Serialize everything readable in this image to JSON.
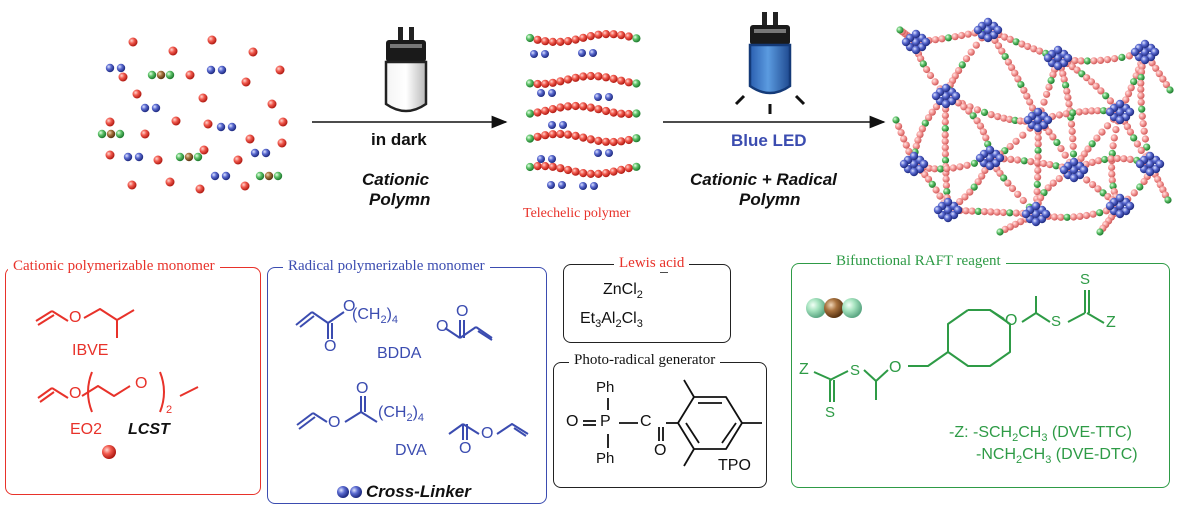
{
  "colors": {
    "red": "#e8322a",
    "blue": "#3b4cb0",
    "green": "#2e9b46",
    "brown": "#8b5a2b",
    "black": "#111111",
    "pink": "#f08080"
  },
  "icons": [
    "light-bulb-off-icon",
    "blue-led-icon",
    "monomer-sphere-icon",
    "cross-linker-icon",
    "raft-agent-icon"
  ],
  "scheme": {
    "step1_condition": "in dark",
    "step1_process_line1": "Cationic",
    "step1_process_line2": "Polymn",
    "intermediate_label": "Telechelic polymer",
    "step2_condition": "Blue LED",
    "step2_process_line1": "Cationic + Radical",
    "step2_process_line2": "Polymn"
  },
  "panels": {
    "cationic": {
      "title": "Cationic polymerizable monomer",
      "ibve": "IBVE",
      "eo2": "EO2",
      "lcst": "LCST",
      "subscript_2": "2"
    },
    "radical": {
      "title": "Radical polymerizable monomer",
      "chain": "(CH",
      "chain_sub2": "2",
      "chain_close": ")",
      "chain_sub4": "4",
      "bdda": "BDDA",
      "dva": "DVA",
      "cross_linker": "Cross-Linker"
    },
    "lewis": {
      "title": "Lewis acid",
      "zncl": "ZnCl",
      "zncl_sub": "2",
      "et": "Et",
      "et_sub3": "3",
      "al": "Al",
      "al_sub2": "2",
      "cl": "Cl",
      "cl_sub3": "3"
    },
    "photo": {
      "title": "Photo-radical generator",
      "ph": "Ph",
      "o": "O",
      "p": "P",
      "c": "C",
      "tpo": "TPO"
    },
    "raft": {
      "title": "Bifunctional RAFT reagent",
      "s": "S",
      "o": "O",
      "z": "Z",
      "z_label_1": "-Z: -SCH",
      "z_label_1b": "CH",
      "z_label_1c": " (DVE-TTC)",
      "z_label_2": "-NCH",
      "z_label_2b": "CH",
      "z_label_2c": " (DVE-DTC)",
      "sub2": "2",
      "sub3": "3"
    }
  }
}
